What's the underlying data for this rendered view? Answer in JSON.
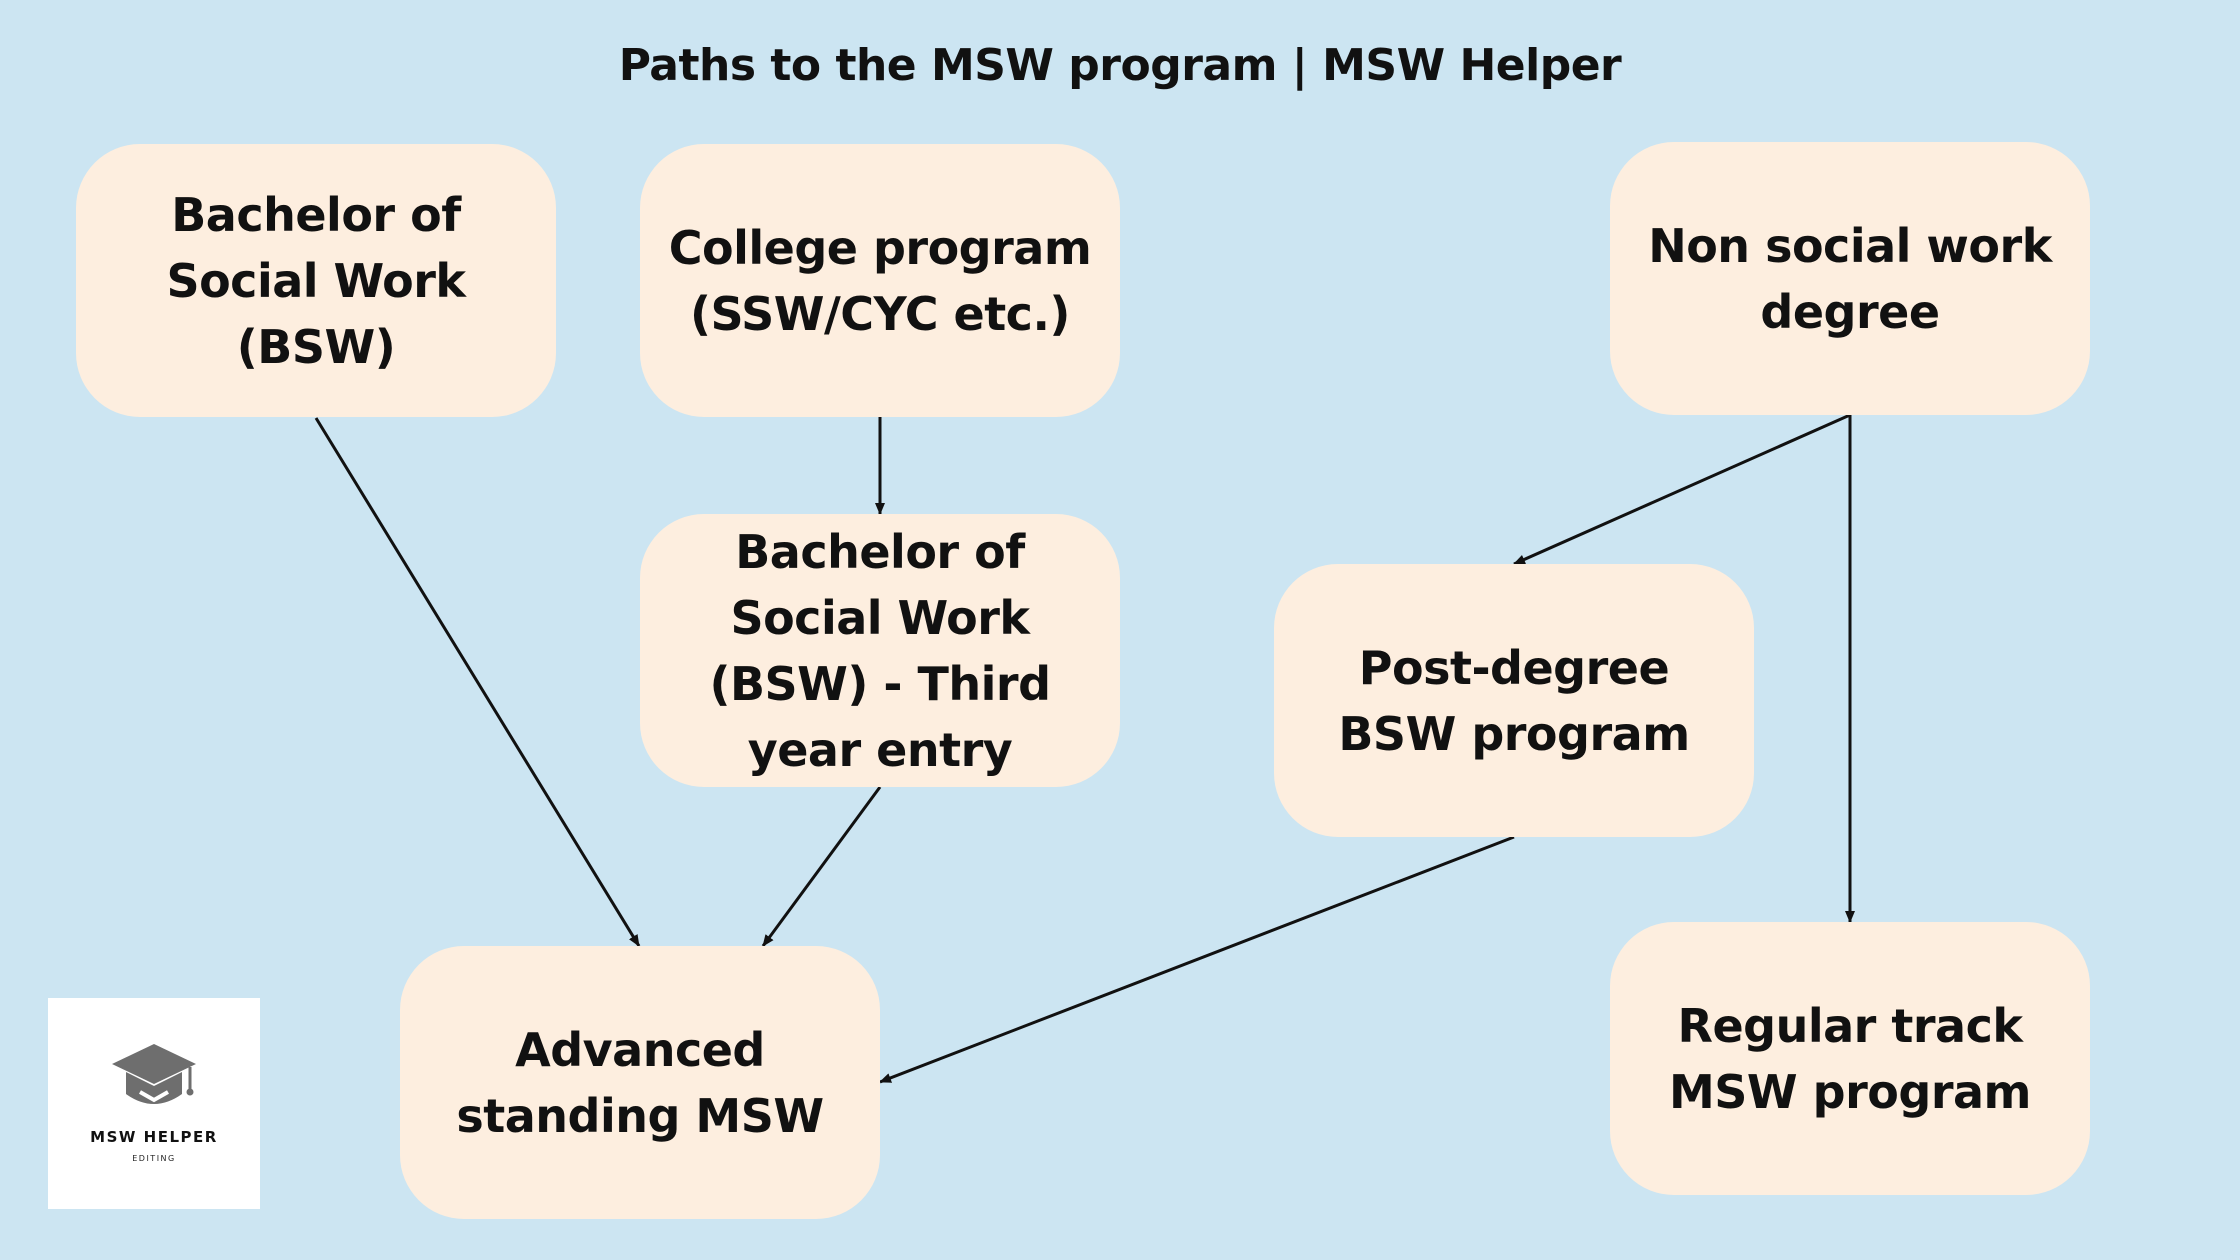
{
  "title": "Paths to the MSW program | MSW Helper",
  "nodes": {
    "bsw": "Bachelor of Social Work (BSW)",
    "college": "College program (SSW/CYC etc.)",
    "non_sw": "Non social work degree",
    "bsw_third_year": "Bachelor of Social Work (BSW) - Third year entry",
    "post_degree": "Post-degree BSW program",
    "advanced": "Advanced standing MSW",
    "regular": "Regular track MSW program"
  },
  "edges": [
    {
      "from": "Bachelor of Social Work (BSW)",
      "to": "Advanced standing MSW"
    },
    {
      "from": "College program (SSW/CYC etc.)",
      "to": "Bachelor of Social Work (BSW) - Third year entry"
    },
    {
      "from": "Bachelor of Social Work (BSW) - Third year entry",
      "to": "Advanced standing MSW"
    },
    {
      "from": "Non social work degree",
      "to": "Post-degree BSW program"
    },
    {
      "from": "Non social work degree",
      "to": "Regular track MSW program"
    },
    {
      "from": "Post-degree BSW program",
      "to": "Advanced standing MSW"
    }
  ],
  "logo": {
    "name": "MSW HELPER",
    "sub": "EDITING",
    "icon": "graduation-cap-icon"
  },
  "colors": {
    "background": "#cce5f2",
    "node_fill": "#fdeedf",
    "text": "#111111",
    "logo_icon": "#6e6e6e"
  }
}
